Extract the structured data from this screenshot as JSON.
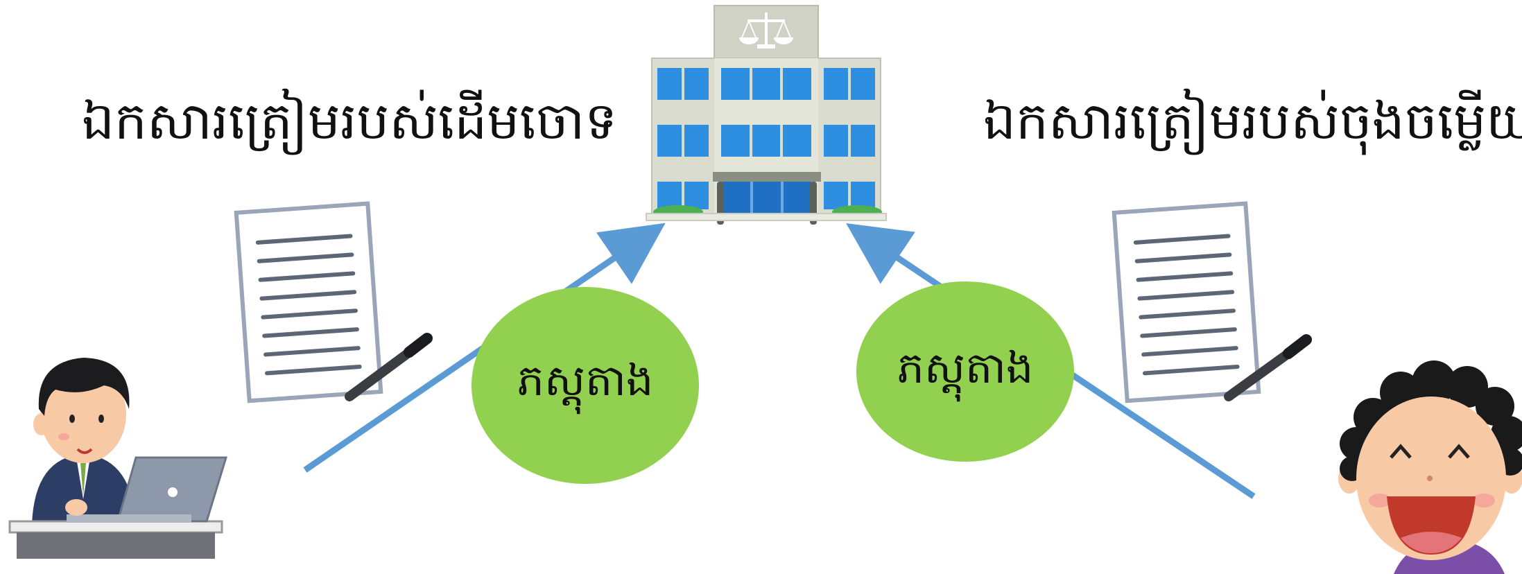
{
  "diagram": {
    "left_title": "ឯកសារត្រៀមរបស់ដើមចោទ",
    "right_title": "ឯកសារត្រៀមរបស់ចុងចម្លើយ",
    "left_evidence_label": "ភស្តុតាង",
    "right_evidence_label": "ភស្តុតាង"
  },
  "colors": {
    "arrow": "#5b9bd5",
    "evidence_bubble": "#92d050",
    "building_window": "#2e8ee0",
    "building_wall": "#d9dccf"
  },
  "icons": {
    "court": "courthouse-icon",
    "document": "document-icon",
    "pen": "pen-icon",
    "plaintiff": "plaintiff-person-icon",
    "defendant": "defendant-person-icon"
  }
}
